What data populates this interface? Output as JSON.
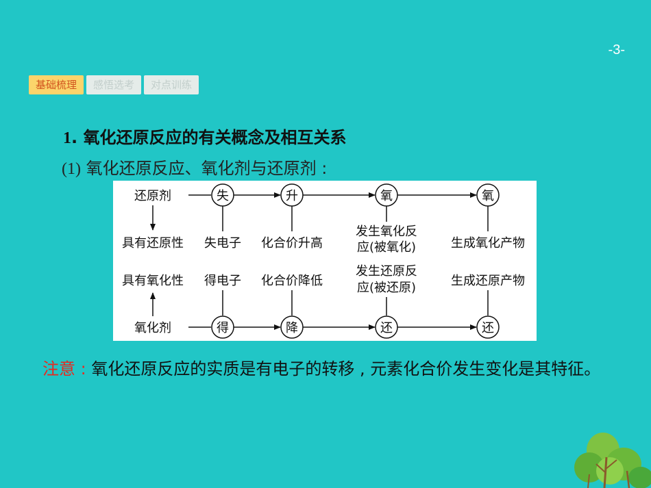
{
  "page": {
    "number": "-3-"
  },
  "tabs": [
    {
      "label": "基础梳理",
      "active": true
    },
    {
      "label": "感悟选考",
      "active": false
    },
    {
      "label": "对点训练",
      "active": false
    }
  ],
  "heading": {
    "number": "1",
    "text": ". 氧化还原反应的有关概念及相互关系"
  },
  "subheading": {
    "number": "(1)",
    "text": " 氧化还原反应、氧化剂与还原剂 :"
  },
  "diagram": {
    "top_row": {
      "start": "还原剂",
      "circles": [
        "失",
        "升",
        "氧",
        "氧"
      ]
    },
    "bottom_row": {
      "start": "氧化剂",
      "circles": [
        "得",
        "降",
        "还",
        "还"
      ]
    },
    "middle_upper": [
      "具有还原性",
      "失电子",
      "化合价升高",
      "发生氧化反",
      "应(被氧化)",
      "生成氧化产物"
    ],
    "middle_lower": [
      "具有氧化性",
      "得电子",
      "化合价降低",
      "发生还原反",
      "应(被还原)",
      "生成还原产物"
    ]
  },
  "note": {
    "label": "注意 :",
    "text": " 氧化还原反应的实质是有电子的转移 , 元素化合价发生变化是其特征。"
  },
  "colors": {
    "background": "#21c6c6",
    "tab_active_bg": "#fbd46b",
    "tab_active_text": "#d2541f",
    "tab_inactive_bg": "#e5ece9",
    "note_label": "#e8281f"
  }
}
